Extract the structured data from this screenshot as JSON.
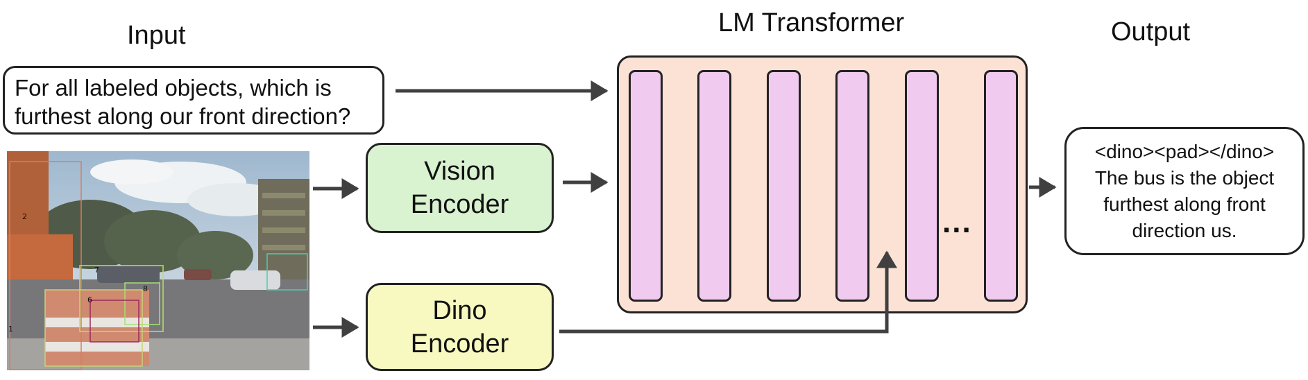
{
  "headings": {
    "input": "Input",
    "lm_transformer": "LM Transformer",
    "output": "Output"
  },
  "question": {
    "line1": "For all labeled objects, which is",
    "line2": "furthest along our front direction?"
  },
  "vision_encoder": {
    "line1": "Vision",
    "line2": "Encoder"
  },
  "dino_encoder": {
    "line1": "Dino",
    "line2": "Encoder"
  },
  "transformer": {
    "ellipsis": "...",
    "layer_count": 6
  },
  "output_text": {
    "line1": "<dino><pad></dino>",
    "line2": "The bus is the object",
    "line3": "furthest along front",
    "line4": "direction us."
  },
  "photo_labels": {
    "l2": "2",
    "l7": "7",
    "l6": "6",
    "l8": "8",
    "l1": "1"
  },
  "colors": {
    "vision_fill": "#d9f2d0",
    "dino_fill": "#f7f9c0",
    "transformer_fill": "#fbe2d5",
    "layer_fill": "#f1cbef",
    "arrow": "#404040"
  }
}
